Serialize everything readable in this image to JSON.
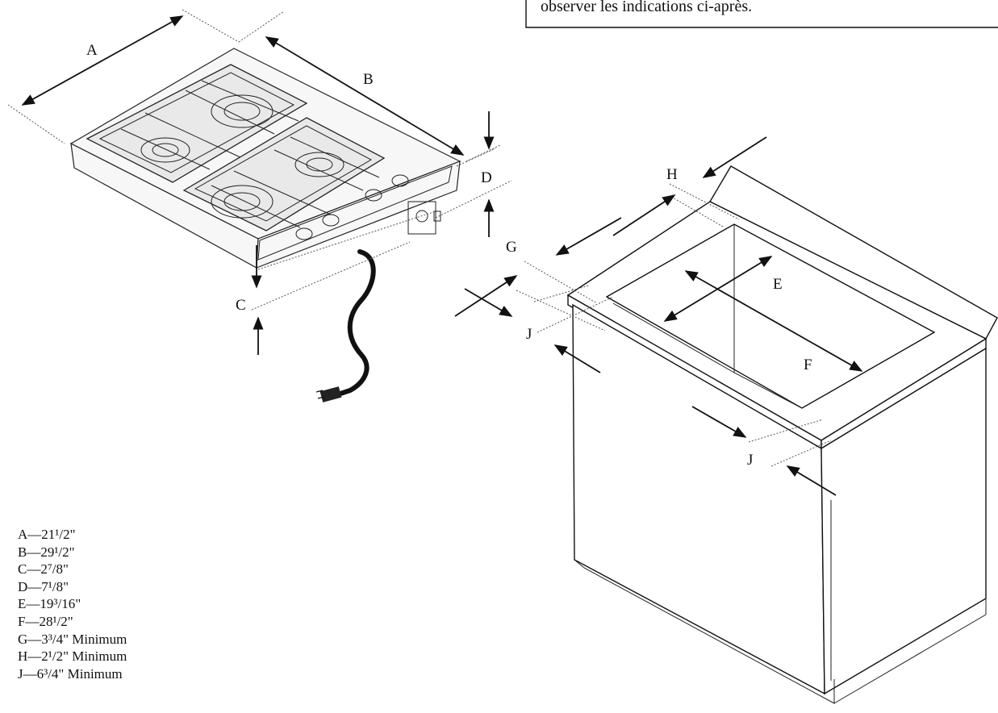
{
  "callout": {
    "text": "observer les indications ci-après."
  },
  "labels": {
    "A": "A",
    "B": "B",
    "C": "C",
    "D": "D",
    "E": "E",
    "F": "F",
    "G": "G",
    "H": "H",
    "J_top": "J",
    "J_bottom": "J"
  },
  "legend": [
    "A—21¹/2\"",
    "B—29¹/2\"",
    "C—2⁷/8\"",
    "D—7¹/8\"",
    "E—19³/16\"",
    "F—28¹/2\"",
    "G—3³/4\" Minimum",
    "H—2¹/2\" Minimum",
    "J—6³/4\" Minimum"
  ]
}
